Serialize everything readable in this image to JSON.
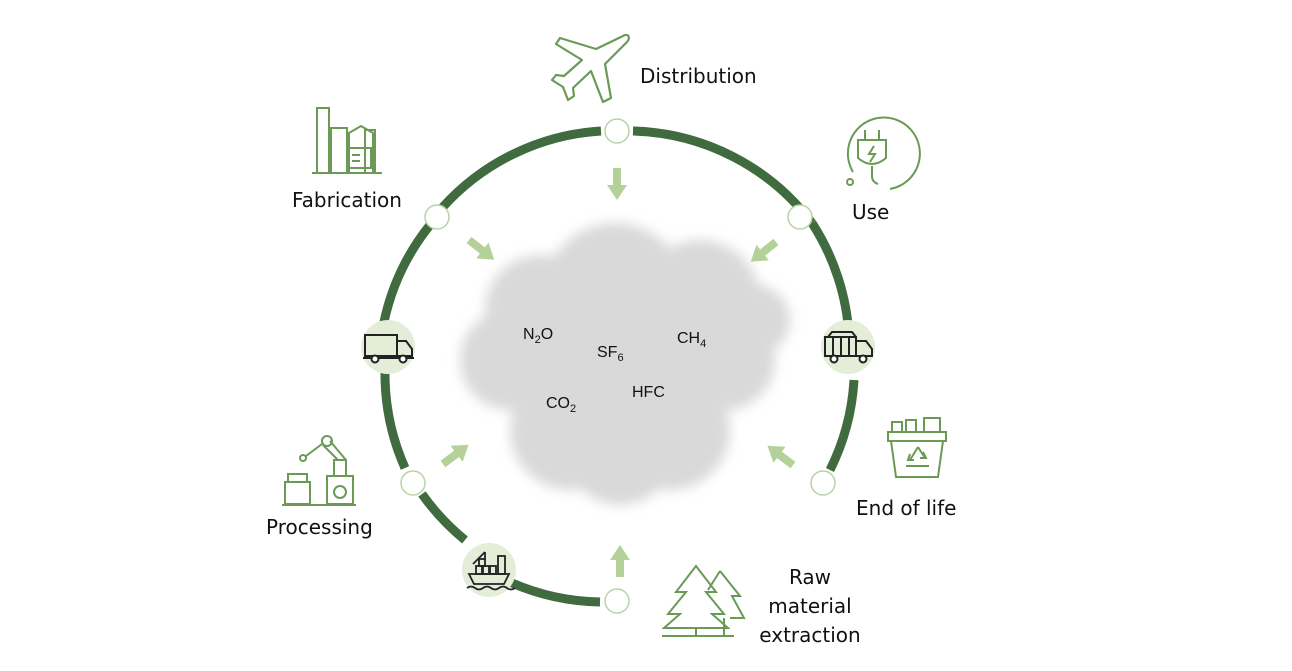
{
  "colors": {
    "ring": "#3f6b3f",
    "node_fill": "#ffffff",
    "node_stroke": "#b9d3a6",
    "transport_bg": "#e3edd8",
    "arrow": "#b5d19a",
    "icon": "#6a9a55",
    "cloud": "#d9d9d9"
  },
  "stages": [
    {
      "id": "distribution",
      "label": "Distribution",
      "icon": "airplane-icon"
    },
    {
      "id": "use",
      "label": "Use",
      "icon": "electric-plug-icon"
    },
    {
      "id": "end-of-life",
      "label": "End of life",
      "icon": "recycling-bin-icon"
    },
    {
      "id": "raw-material",
      "label_lines": [
        "Raw",
        "material",
        "extraction"
      ],
      "icon": "forest-icon"
    },
    {
      "id": "processing",
      "label": "Processing",
      "icon": "robot-arm-icon"
    },
    {
      "id": "fabrication",
      "label": "Fabrication",
      "icon": "factory-icon"
    }
  ],
  "transport_icons": [
    "delivery-truck-icon",
    "garbage-truck-icon",
    "cargo-ship-icon"
  ],
  "gases": [
    {
      "base": "N",
      "sub": "2",
      "tail": "O"
    },
    {
      "base": "SF",
      "sub": "6",
      "tail": ""
    },
    {
      "base": "CH",
      "sub": "4",
      "tail": ""
    },
    {
      "base": "CO",
      "sub": "2",
      "tail": ""
    },
    {
      "base": "HFC",
      "sub": "",
      "tail": ""
    }
  ]
}
